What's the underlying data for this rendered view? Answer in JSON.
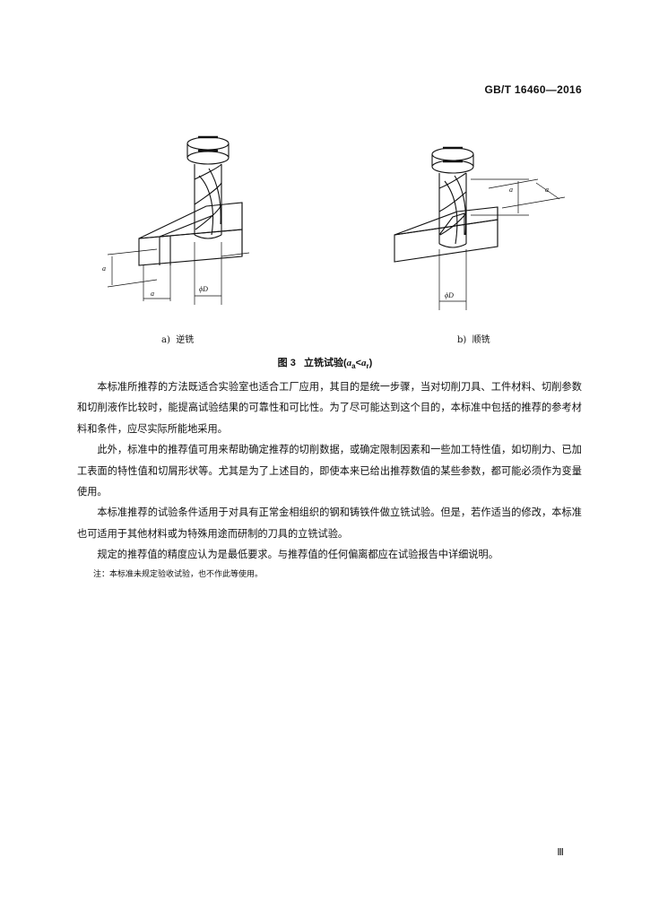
{
  "header": {
    "standard_code": "GB/T 16460—2016"
  },
  "figure": {
    "subfigures": [
      {
        "label": "a)  逆铣",
        "dims": {
          "depth": "a",
          "width": "a",
          "diameter": "ϕD"
        }
      },
      {
        "label": "b)  顺铣",
        "dims": {
          "depth": "a",
          "width": "a",
          "diameter": "ϕD"
        }
      }
    ],
    "caption_prefix": "图 3   立铣试验(",
    "caption_var1": "a",
    "caption_sub1": "a",
    "caption_mid": "<",
    "caption_var2": "a",
    "caption_sub2": "r",
    "caption_suffix": ")"
  },
  "paragraphs": [
    "本标准所推荐的方法既适合实验室也适合工厂应用，其目的是统一步骤，当对切削刀具、工件材料、切削参数和切削液作比较时，能提高试验结果的可靠性和可比性。为了尽可能达到这个目的，本标准中包括的推荐的参考材料和条件，应尽实际所能地采用。",
    "此外，标准中的推荐值可用来帮助确定推荐的切削数据，或确定限制因素和一些加工特性值，如切削力、已加工表面的特性值和切屑形状等。尤其是为了上述目的，即使本来已给出推荐数值的某些参数，都可能必须作为变量使用。",
    "本标准推荐的试验条件适用于对具有正常金相组织的钢和铸铁件做立铣试验。但是，若作适当的修改，本标准也可适用于其他材料或为特殊用途而研制的刀具的立铣试验。",
    "规定的推荐值的精度应认为是最低要求。与推荐值的任何偏离都应在试验报告中详细说明。"
  ],
  "note": "注：本标准未规定验收试验，也不作此等使用。",
  "page_number": "Ⅲ"
}
